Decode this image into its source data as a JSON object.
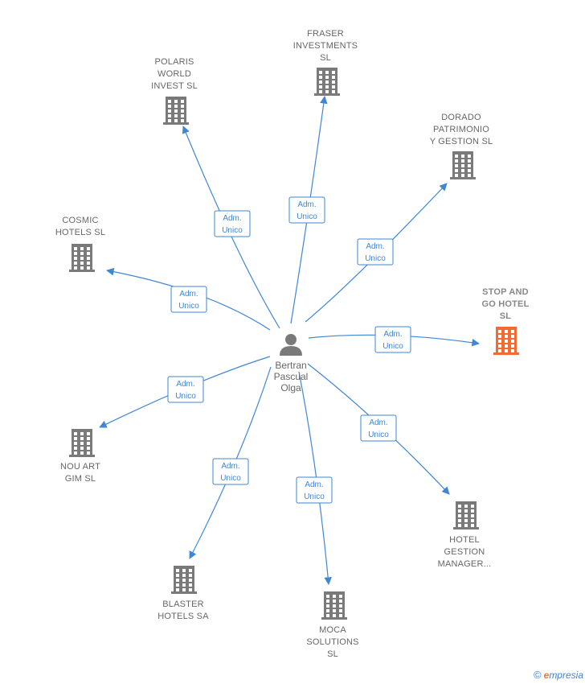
{
  "colors": {
    "edge": "#3f86d6",
    "node_icon": "#7a7a7a",
    "node_icon_highlight": "#f26b32",
    "person_icon": "#7a7a7a",
    "label_text": "#666666",
    "logo_accent": "#f07a2c"
  },
  "center_person": {
    "name_lines": [
      "Bertran",
      "Pascual",
      "Olga"
    ],
    "icon": "person-icon"
  },
  "relation_label": [
    "Adm.",
    "Unico"
  ],
  "companies": [
    {
      "id": "polaris",
      "label_lines": [
        "POLARIS",
        "WORLD",
        "INVEST  SL"
      ],
      "icon": "building-icon",
      "highlight": false
    },
    {
      "id": "fraser",
      "label_lines": [
        "FRASER",
        "INVESTMENTS",
        "SL"
      ],
      "icon": "building-icon",
      "highlight": false
    },
    {
      "id": "dorado",
      "label_lines": [
        "DORADO",
        "PATRIMONIO",
        "Y GESTION  SL"
      ],
      "icon": "building-icon",
      "highlight": false
    },
    {
      "id": "cosmic",
      "label_lines": [
        "COSMIC",
        "HOTELS  SL"
      ],
      "icon": "building-icon",
      "highlight": false
    },
    {
      "id": "stopandgo",
      "label_lines": [
        "STOP AND",
        "GO HOTEL",
        "SL"
      ],
      "icon": "building-icon",
      "highlight": true
    },
    {
      "id": "nouart",
      "label_lines": [
        "NOU ART",
        "GIM SL"
      ],
      "icon": "building-icon",
      "highlight": false
    },
    {
      "id": "hotelgestion",
      "label_lines": [
        "HOTEL",
        "GESTION",
        "MANAGER..."
      ],
      "icon": "building-icon",
      "highlight": false
    },
    {
      "id": "blaster",
      "label_lines": [
        "BLASTER",
        "HOTELS SA"
      ],
      "icon": "building-icon",
      "highlight": false
    },
    {
      "id": "moca",
      "label_lines": [
        "MOCA",
        "SOLUTIONS",
        "SL"
      ],
      "icon": "building-icon",
      "highlight": false
    }
  ],
  "relations": [
    {
      "to": "polaris",
      "label": [
        "Adm.",
        "Unico"
      ]
    },
    {
      "to": "fraser",
      "label": [
        "Adm.",
        "Unico"
      ]
    },
    {
      "to": "dorado",
      "label": [
        "Adm.",
        "Unico"
      ]
    },
    {
      "to": "cosmic",
      "label": [
        "Adm.",
        "Unico"
      ]
    },
    {
      "to": "stopandgo",
      "label": [
        "Adm.",
        "Unico"
      ]
    },
    {
      "to": "nouart",
      "label": [
        "Adm.",
        "Unico"
      ]
    },
    {
      "to": "hotelgestion",
      "label": [
        "Adm.",
        "Unico"
      ]
    },
    {
      "to": "blaster",
      "label": [
        "Adm.",
        "Unico"
      ]
    },
    {
      "to": "moca",
      "label": [
        "Adm.",
        "Unico"
      ]
    }
  ],
  "footer": {
    "copyright_symbol": "©",
    "brand_initial": "e",
    "brand_rest": "mpresia"
  }
}
